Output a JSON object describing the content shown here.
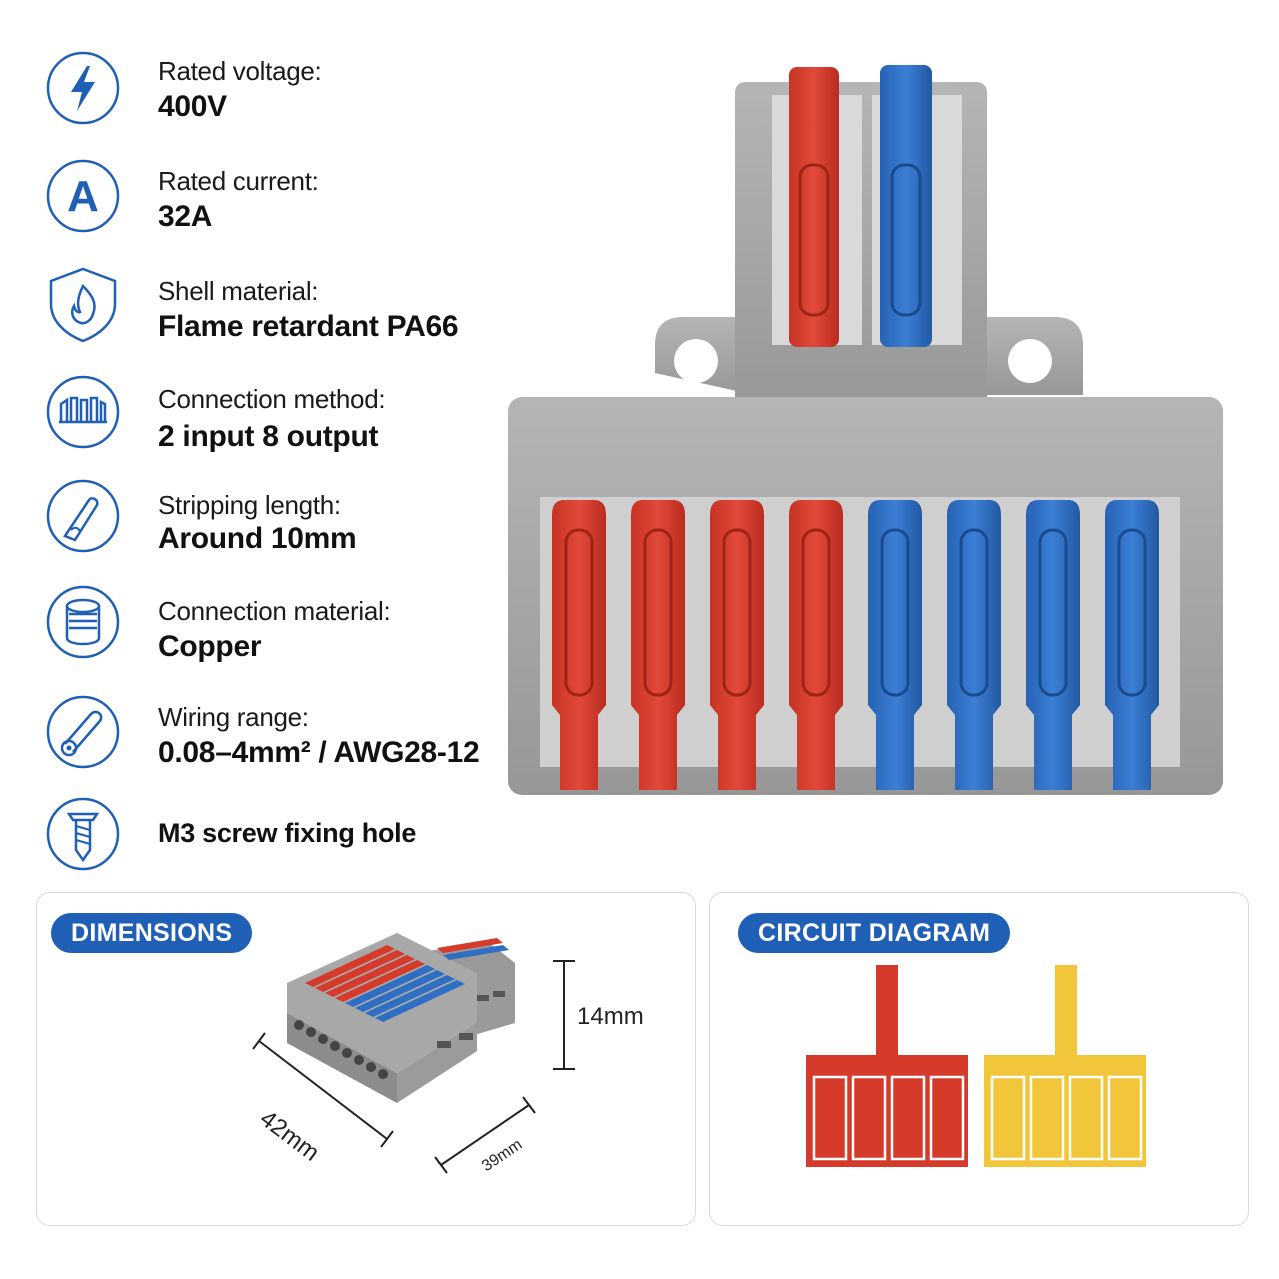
{
  "specs": [
    {
      "icon": "lightning-bolt-icon",
      "label": "Rated voltage:",
      "value": "400V"
    },
    {
      "icon": "ampere-letter-icon",
      "label": "Rated current:",
      "value": "32A"
    },
    {
      "icon": "flame-shield-icon",
      "label": "Shell material:",
      "value": "Flame retardant PA66"
    },
    {
      "icon": "terminal-block-icon",
      "label": "Connection method:",
      "value": "2 input 8 output"
    },
    {
      "icon": "wire-strip-icon",
      "label": "Stripping length:",
      "value": "Around 10mm"
    },
    {
      "icon": "copper-coil-icon",
      "label": "Connection material:",
      "value": "Copper"
    },
    {
      "icon": "wire-cross-section-icon",
      "label": "Wiring range:",
      "value": "0.08–4mm² / AWG28-12"
    },
    {
      "icon": "screw-icon",
      "label": "",
      "value": "M3 screw fixing hole"
    }
  ],
  "dimensions": {
    "title": "DIMENSIONS",
    "height": "14mm",
    "length": "42mm",
    "width": "39mm"
  },
  "circuit": {
    "title": "CIRCUIT DIAGRAM"
  },
  "colors": {
    "accent": "#1f5fb6",
    "red": "#d63a2a",
    "blue": "#2e6fc4",
    "yellow": "#f2c63a",
    "shell": "#9c9c9c"
  }
}
